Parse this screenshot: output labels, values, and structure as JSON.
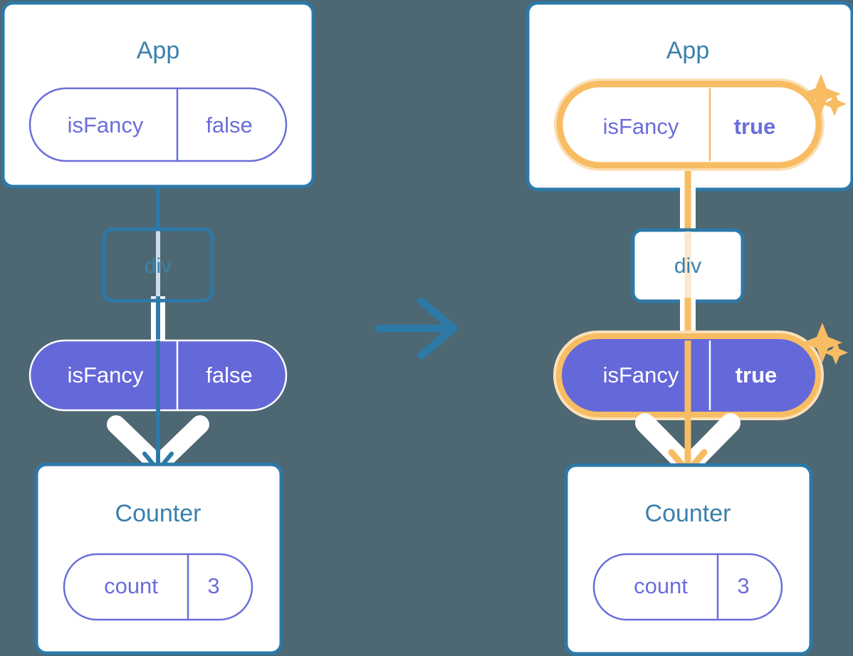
{
  "diagram": {
    "title_semantic": "react-state-lifting-before-after",
    "background_color": "#4d6773",
    "transition_arrow": "arrow-right",
    "panels": [
      {
        "id": "before",
        "app": {
          "label": "App",
          "state_pill": {
            "key": "isFancy",
            "value": "false",
            "style": "outline",
            "highlighted": "false"
          }
        },
        "div": {
          "label": "div"
        },
        "prop_pill": {
          "key": "isFancy",
          "value": "false",
          "style": "filled",
          "highlighted": "false"
        },
        "counter": {
          "label": "Counter",
          "state_pill": {
            "key": "count",
            "value": "3",
            "style": "outline",
            "highlighted": "false"
          }
        },
        "flow_color": "#2d79a8",
        "sparkles": "false"
      },
      {
        "id": "after",
        "app": {
          "label": "App",
          "state_pill": {
            "key": "isFancy",
            "value": "true",
            "style": "outline",
            "highlighted": "true"
          }
        },
        "div": {
          "label": "div"
        },
        "prop_pill": {
          "key": "isFancy",
          "value": "true",
          "style": "filled",
          "highlighted": "true"
        },
        "counter": {
          "label": "Counter",
          "state_pill": {
            "key": "count",
            "value": "3",
            "style": "outline",
            "highlighted": "false"
          }
        },
        "flow_color": "#f8bc63",
        "sparkles": "true"
      }
    ]
  },
  "colors": {
    "background": "#4d6773",
    "card_border": "#2d79a8",
    "card_fill": "#ffffff",
    "heading_text": "#3b80ab",
    "pill_outline": "#6b6eda",
    "pill_text": "#6b6eda",
    "pill_filled": "#6568d8",
    "pill_filled_text": "#ffffff",
    "highlight_ring": "#f8bc63",
    "highlight_glow": "#fbe0b8",
    "flow_line_blue": "#2d79a8",
    "flow_line_orange": "#f8bc63",
    "arrow_casing": "#ffffff",
    "sparkle": "#f8bc63"
  }
}
